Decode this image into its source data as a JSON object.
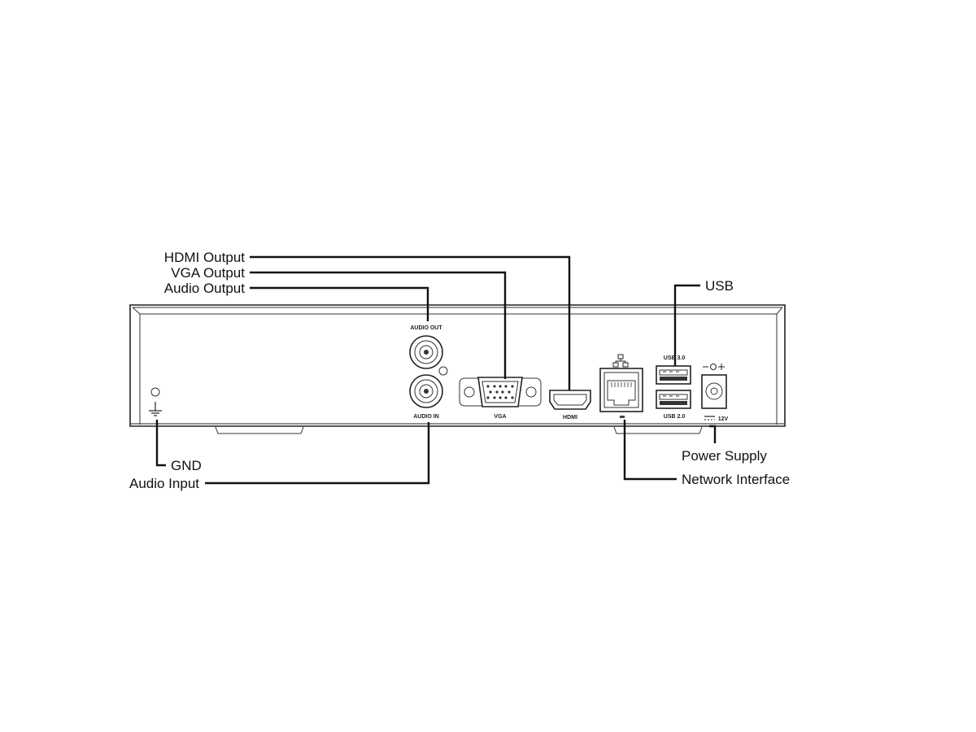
{
  "callouts": {
    "hdmi_output": "HDMI Output",
    "vga_output": "VGA Output",
    "audio_output": "Audio Output",
    "usb": "USB",
    "gnd": "GND",
    "audio_input": "Audio Input",
    "power_supply": "Power Supply",
    "network_interface": "Network Interface"
  },
  "port_labels": {
    "audio_out": "AUDIO OUT",
    "audio_in": "AUDIO IN",
    "vga": "VGA",
    "hdmi": "HDMI",
    "usb_top": "USB 3.0",
    "usb_bottom": "USB 2.0",
    "power_rating": "12V"
  },
  "colors": {
    "line": "#111111",
    "outline": "#222222",
    "background": "#ffffff"
  },
  "icons": {
    "ground": "ground-icon",
    "network": "network-icon",
    "dc_polarity": "dc-polarity-icon"
  }
}
